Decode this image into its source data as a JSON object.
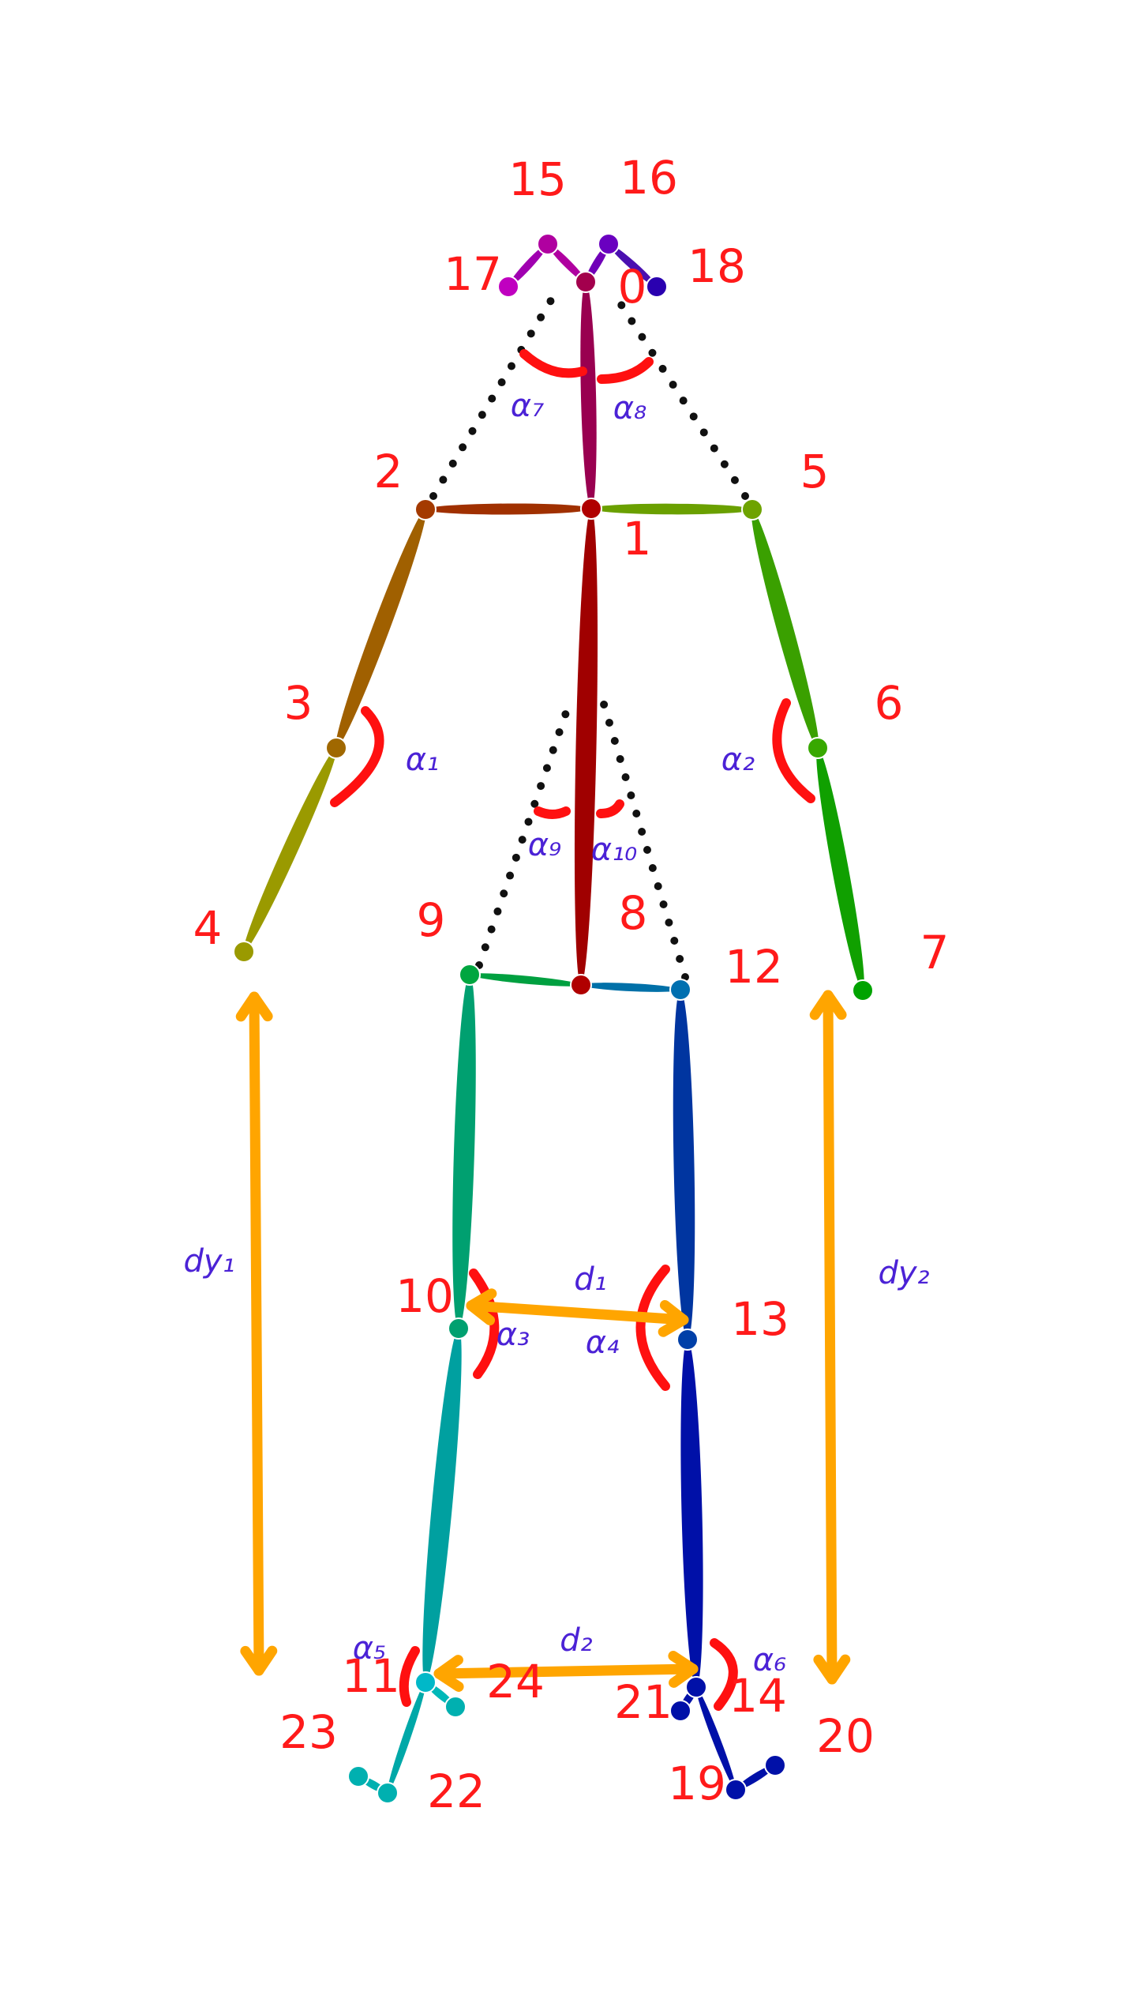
{
  "colors": {
    "label": "#ff1a1a",
    "angle_arc": "#ff1010",
    "annotation": "#4b22d6",
    "distance_arrow": "#ffa500",
    "dotted": "#111111"
  },
  "keypoints": [
    {
      "id": "0",
      "label": "0",
      "color": "#a3004d"
    },
    {
      "id": "1",
      "label": "1",
      "color": "#b00000"
    },
    {
      "id": "2",
      "label": "2",
      "color": "#a43a00"
    },
    {
      "id": "3",
      "label": "3",
      "color": "#a06800"
    },
    {
      "id": "4",
      "label": "4",
      "color": "#9a9a00"
    },
    {
      "id": "5",
      "label": "5",
      "color": "#6ea300"
    },
    {
      "id": "6",
      "label": "6",
      "color": "#38a800"
    },
    {
      "id": "7",
      "label": "7",
      "color": "#00a300"
    },
    {
      "id": "8",
      "label": "8",
      "color": "#b00000"
    },
    {
      "id": "9",
      "label": "9",
      "color": "#00a640"
    },
    {
      "id": "10",
      "label": "10",
      "color": "#00a070"
    },
    {
      "id": "11",
      "label": "11",
      "color": "#00b8c8"
    },
    {
      "id": "12",
      "label": "12",
      "color": "#0070b0"
    },
    {
      "id": "13",
      "label": "13",
      "color": "#0040a8"
    },
    {
      "id": "14",
      "label": "14",
      "color": "#0010a8"
    },
    {
      "id": "15",
      "label": "15",
      "color": "#b000a0"
    },
    {
      "id": "16",
      "label": "16",
      "color": "#6a00c0"
    },
    {
      "id": "17",
      "label": "17",
      "color": "#c000c0"
    },
    {
      "id": "18",
      "label": "18",
      "color": "#2a00b0"
    },
    {
      "id": "19",
      "label": "19",
      "color": "#0010a8"
    },
    {
      "id": "20",
      "label": "20",
      "color": "#0010a8"
    },
    {
      "id": "21",
      "label": "21",
      "color": "#0010a8"
    },
    {
      "id": "22",
      "label": "22",
      "color": "#00b0b0"
    },
    {
      "id": "23",
      "label": "23",
      "color": "#00b0b0"
    },
    {
      "id": "24",
      "label": "24",
      "color": "#00b0b0"
    }
  ],
  "limbs": [
    {
      "from": "0",
      "to": "1",
      "color": "#990050"
    },
    {
      "from": "0",
      "to": "15",
      "color": "#b000a0"
    },
    {
      "from": "15",
      "to": "17",
      "color": "#a000b0"
    },
    {
      "from": "0",
      "to": "16",
      "color": "#7000b8"
    },
    {
      "from": "16",
      "to": "18",
      "color": "#4a10b0"
    },
    {
      "from": "1",
      "to": "2",
      "color": "#a03000"
    },
    {
      "from": "2",
      "to": "3",
      "color": "#a06000"
    },
    {
      "from": "3",
      "to": "4",
      "color": "#9a9a00"
    },
    {
      "from": "1",
      "to": "5",
      "color": "#6aa000"
    },
    {
      "from": "5",
      "to": "6",
      "color": "#3aa000"
    },
    {
      "from": "6",
      "to": "7",
      "color": "#10a000"
    },
    {
      "from": "1",
      "to": "8",
      "color": "#a00000"
    },
    {
      "from": "8",
      "to": "9",
      "color": "#00a040"
    },
    {
      "from": "9",
      "to": "10",
      "color": "#00a070"
    },
    {
      "from": "10",
      "to": "11",
      "color": "#00a0a0"
    },
    {
      "from": "8",
      "to": "12",
      "color": "#0070a8"
    },
    {
      "from": "12",
      "to": "13",
      "color": "#0035a0"
    },
    {
      "from": "13",
      "to": "14",
      "color": "#0010a8"
    },
    {
      "from": "14",
      "to": "19",
      "color": "#0010a8"
    },
    {
      "from": "19",
      "to": "20",
      "color": "#0010a8"
    },
    {
      "from": "14",
      "to": "21",
      "color": "#0010a8"
    },
    {
      "from": "11",
      "to": "22",
      "color": "#00a8a8"
    },
    {
      "from": "22",
      "to": "23",
      "color": "#00b0b0"
    },
    {
      "from": "11",
      "to": "24",
      "color": "#00b8b8"
    }
  ],
  "angles": [
    {
      "id": "alpha1",
      "label": "α₁"
    },
    {
      "id": "alpha2",
      "label": "α₂"
    },
    {
      "id": "alpha3",
      "label": "α₃"
    },
    {
      "id": "alpha4",
      "label": "α₄"
    },
    {
      "id": "alpha5",
      "label": "α₅"
    },
    {
      "id": "alpha6",
      "label": "α₆"
    },
    {
      "id": "alpha7",
      "label": "α₇"
    },
    {
      "id": "alpha8",
      "label": "α₈"
    },
    {
      "id": "alpha9",
      "label": "α₉"
    },
    {
      "id": "alpha10",
      "label": "α₁₀"
    }
  ],
  "distances": [
    {
      "id": "d1",
      "label": "d₁"
    },
    {
      "id": "d2",
      "label": "d₂"
    },
    {
      "id": "dy1",
      "label": "dy₁"
    },
    {
      "id": "dy2",
      "label": "dy₂"
    }
  ]
}
